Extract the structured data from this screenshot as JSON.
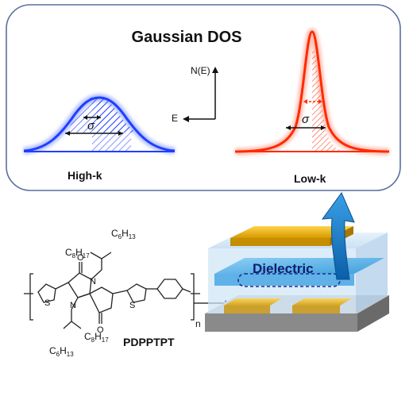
{
  "panel": {
    "title": "Gaussian DOS",
    "axis_y": "N(E)",
    "axis_x": "E",
    "sigma_symbol": "σ",
    "high_k_label": "High-k",
    "low_k_label": "Low-k"
  },
  "molecule": {
    "substituent_top": "C8H17 / C6H13",
    "substituent_bottom": "C6H13 / C8H17",
    "atom_N": "N",
    "atom_O": "O",
    "atom_S": "S",
    "repeat_n": "n",
    "name": "PDPPTPT"
  },
  "device": {
    "layer_label": "Dielectric"
  },
  "colors": {
    "high_k_curve": "#1f3fff",
    "low_k_curve": "#ff2a00",
    "dielectric": "#57b5f0",
    "electrode": "#f2b90c",
    "arrow": "#1577c7",
    "panel_border": "#5a6f9e"
  }
}
